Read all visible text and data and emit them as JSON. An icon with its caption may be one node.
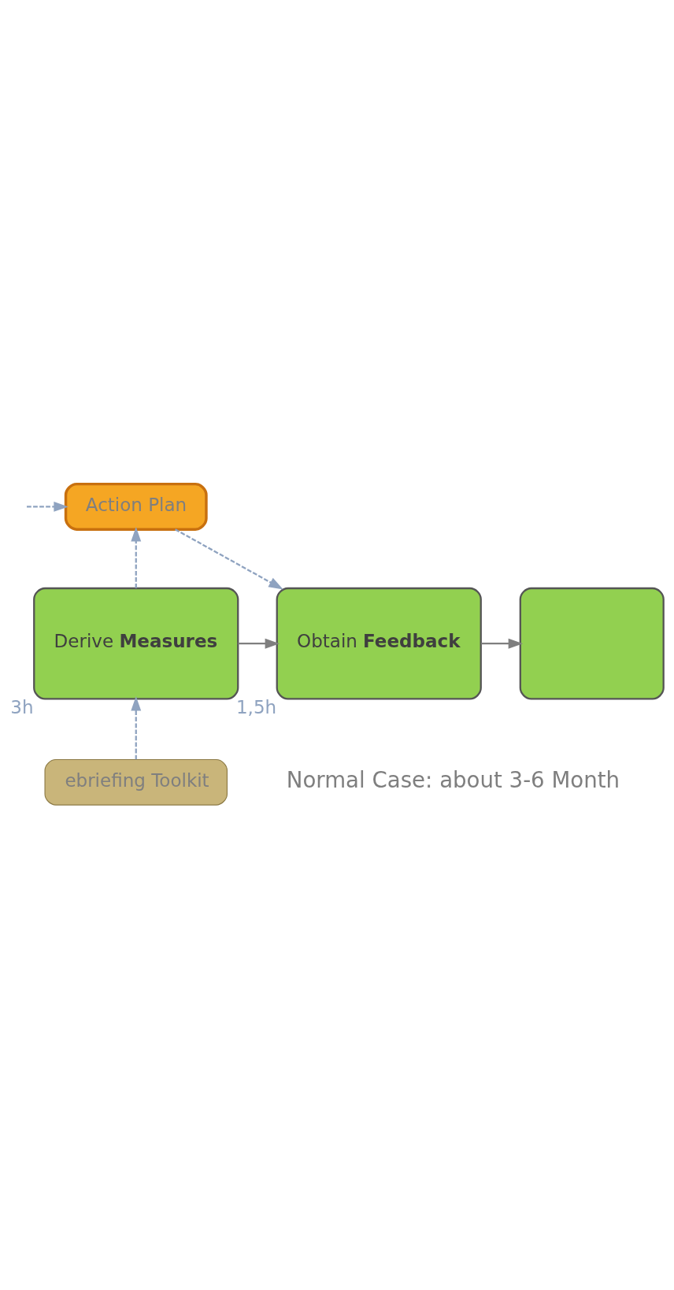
{
  "diagram": {
    "nodes": [
      {
        "text": [
          "Action Plan"
        ]
      },
      {
        "text": [
          "Derive **Measures**"
        ],
        "beside": [
          "3h"
        ]
      },
      {
        "text": [
          "Obtain **Feedback**"
        ],
        "beside": [
          "1,5h"
        ]
      },
      {
        "text": [],
        "shape": "box"
      },
      {
        "text": [
          "ebriefing Toolkit"
        ]
      }
    ],
    "edges": [
      {
        "from": null,
        "to": 0,
        "arrow": "to",
        "style": "dashed"
      },
      {
        "from": 1,
        "to": 0,
        "arrow": "to",
        "style": "dashed"
      },
      {
        "from": 0,
        "to": 2,
        "arrow": "to",
        "style": "dashed"
      },
      {
        "from": 1,
        "to": 2,
        "arrow": "to",
        "color": "#7f7f7f"
      },
      {
        "from": 2,
        "to": 3,
        "arrow": "to",
        "color": "#7f7f7f"
      },
      {
        "from": 4,
        "to": 1,
        "arrow": "to",
        "style": "dashed"
      }
    ],
    "labels": [
      "Normal Case: about 3-6 Month"
    ]
  }
}
